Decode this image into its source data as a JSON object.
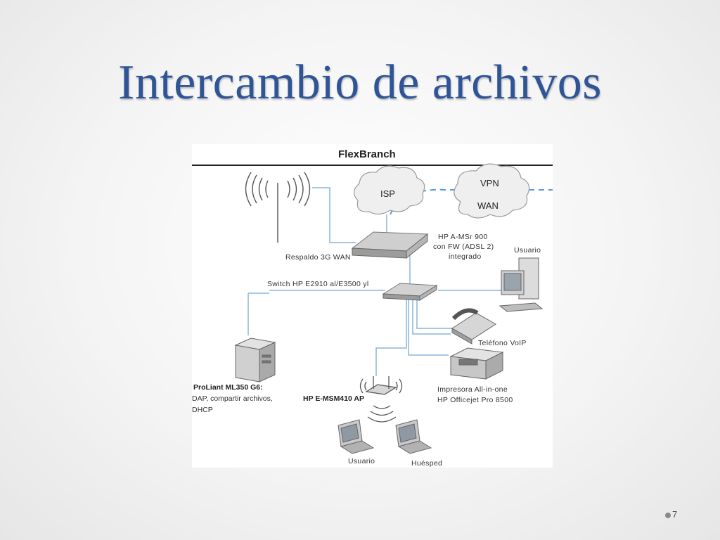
{
  "slide": {
    "title": "Intercambio de archivos",
    "page_number": "7"
  },
  "diagram": {
    "heading": "FlexBranch",
    "clouds": {
      "isp": "ISP",
      "vpn": "VPN",
      "wan": "WAN"
    },
    "router": {
      "line1": "HP A-MSr 900",
      "line2": "con FW (ADSL 2)",
      "line3": "integrado"
    },
    "backup_label": "Respaldo 3G WAN",
    "switch_label": "Switch HP E2910 al/E3500 yl",
    "user_pc_label": "Usuario",
    "phone_label": "Teléfono VoIP",
    "printer": {
      "line1": "Impresora All-in-one",
      "line2": "HP Officejet Pro 8500"
    },
    "access_point_label": "HP E-MSM410 AP",
    "server": {
      "line1": "ProLiant ML350 G6:",
      "line2": "DAP, compartir archivos,",
      "line3": "DHCP"
    },
    "laptop_user_label": "Usuario",
    "laptop_guest_label": "Huésped"
  },
  "colors": {
    "title": "#2f5597",
    "link": "#7fb0d8",
    "vpn_dash": "#5b9bd5"
  }
}
